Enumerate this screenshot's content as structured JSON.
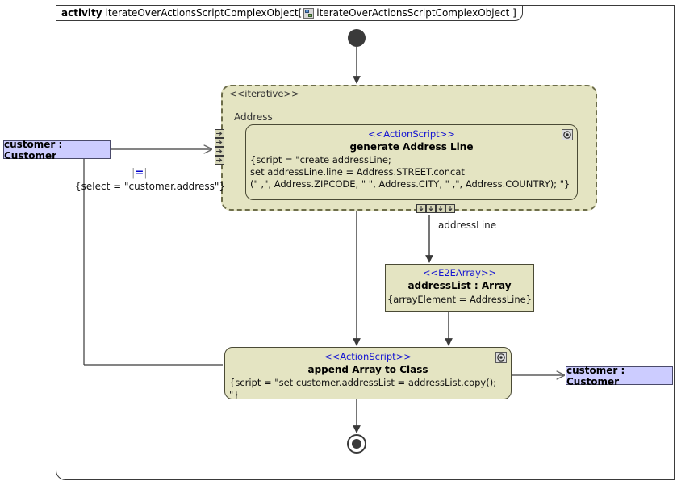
{
  "frame": {
    "keyword": "activity",
    "name": "iterateOverActionsScriptComplexObject[",
    "diagram_icon": "diagram-icon",
    "diagram_name": "iterateOverActionsScriptComplexObject ]"
  },
  "expansion_region": {
    "stereotype": "<<iterative>>",
    "parameter_label": "Address",
    "input_pin_count": 4,
    "output_pin_count": 4,
    "output_pin_label": "addressLine",
    "fill_color": "#e4e4c2",
    "border_color": "#6d6d4a"
  },
  "nodes": {
    "initial": {
      "name": "initial-node"
    },
    "final": {
      "name": "activity-final-node"
    },
    "generate_address_line": {
      "stereotype": "<<ActionScript>>",
      "title": "generate Address Line",
      "body": "{script = \"create addressLine;\nset addressLine.line = Address.STREET.concat\n(\" ,\", Address.ZIPCODE, \" \", Address.CITY, \" ,\", Address.COUNTRY); \"}",
      "corner_icon": "action-gear-icon"
    },
    "address_list": {
      "stereotype": "<<E2EArray>>",
      "title": "addressList : Array",
      "body": "{arrayElement = AddressLine}"
    },
    "append_array_to_class": {
      "stereotype": "<<ActionScript>>",
      "title": "append Array to Class",
      "body": "{script = \"set customer.addressList = addressList.copy(); \"}",
      "corner_icon": "action-gear-icon"
    }
  },
  "objects": {
    "customer_input": {
      "label": "customer : Customer",
      "fill_color": "#ccccff"
    },
    "customer_output": {
      "label": "customer : Customer",
      "fill_color": "#ccccff"
    }
  },
  "constraints": {
    "select_marker": "=",
    "select_text": "{select = \"customer.address\"}"
  },
  "colors": {
    "action_fill": "#e4e4c2",
    "object_fill": "#ccccff",
    "stereotype_text": "#1414d2",
    "line": "#3a3a3a"
  }
}
